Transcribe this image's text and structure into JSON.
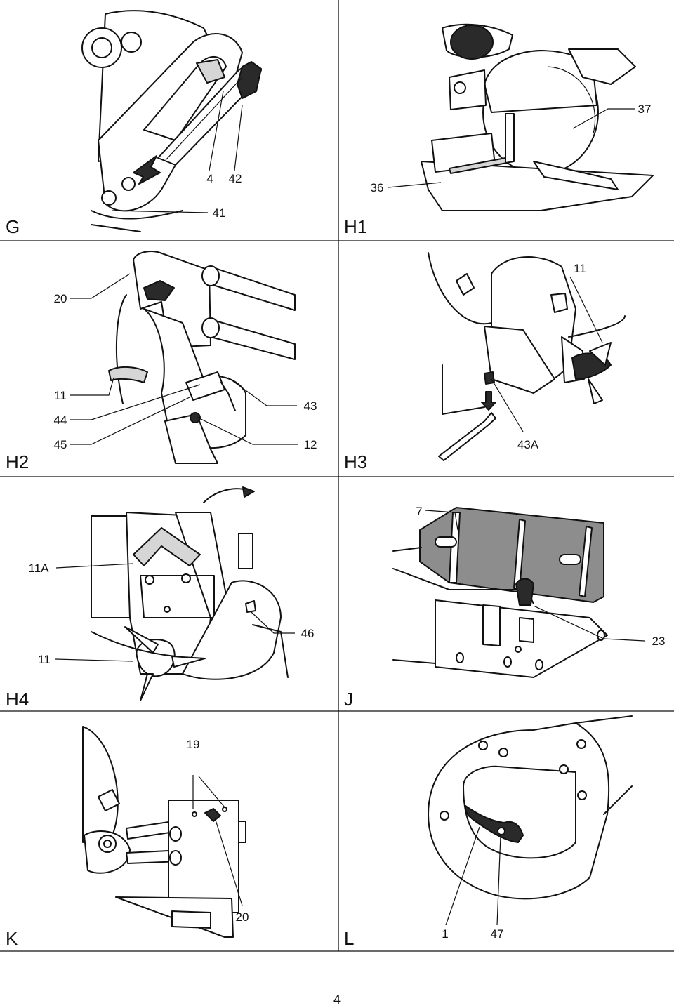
{
  "panels": {
    "G": {
      "label": "G",
      "callouts": [
        "4",
        "42",
        "41"
      ]
    },
    "H1": {
      "label": "H1",
      "callouts": [
        "37",
        "36"
      ]
    },
    "H2": {
      "label": "H2",
      "callouts": [
        "20",
        "11",
        "44",
        "45",
        "43",
        "12"
      ]
    },
    "H3": {
      "label": "H3",
      "callouts": [
        "11",
        "43A"
      ]
    },
    "H4": {
      "label": "H4",
      "callouts": [
        "11A",
        "46",
        "11"
      ]
    },
    "J": {
      "label": "J",
      "callouts": [
        "7",
        "23"
      ]
    },
    "K": {
      "label": "K",
      "callouts": [
        "19",
        "20"
      ]
    },
    "L": {
      "label": "L",
      "callouts": [
        "1",
        "47"
      ]
    }
  },
  "page_number": "4"
}
